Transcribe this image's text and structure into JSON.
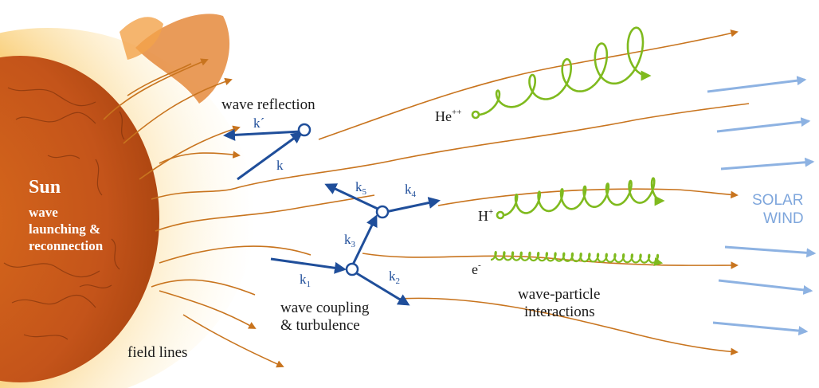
{
  "colors": {
    "field_line": "#c8741e",
    "wave_vector": "#1f4e9a",
    "particle": "#7fba1e",
    "solar_wind": "#8db2e2",
    "sun_core": "#c65a12",
    "sun_glow": "#f6b340",
    "text": "#1a1a1a"
  },
  "sun": {
    "name": "Sun",
    "process_lines": [
      "wave",
      "launching &",
      "reconnection"
    ]
  },
  "labels": {
    "wave_reflection": "wave reflection",
    "k_prime": "k´",
    "k": "k",
    "k1": "k",
    "k1_sub": "1",
    "k2": "k",
    "k2_sub": "2",
    "k3": "k",
    "k3_sub": "3",
    "k4": "k",
    "k4_sub": "4",
    "k5": "k",
    "k5_sub": "5",
    "wave_coupling_1": "wave coupling",
    "wave_coupling_2": "& turbulence",
    "field_lines": "field lines",
    "wave_particle_1": "wave-particle",
    "wave_particle_2": "interactions"
  },
  "particles": {
    "helium": {
      "symbol": "He",
      "charge": "++"
    },
    "proton": {
      "symbol": "H",
      "charge": "+"
    },
    "electron": {
      "symbol": "e",
      "charge": "-"
    }
  },
  "solar_wind": {
    "line1": "SOLAR",
    "line2": "WIND"
  }
}
